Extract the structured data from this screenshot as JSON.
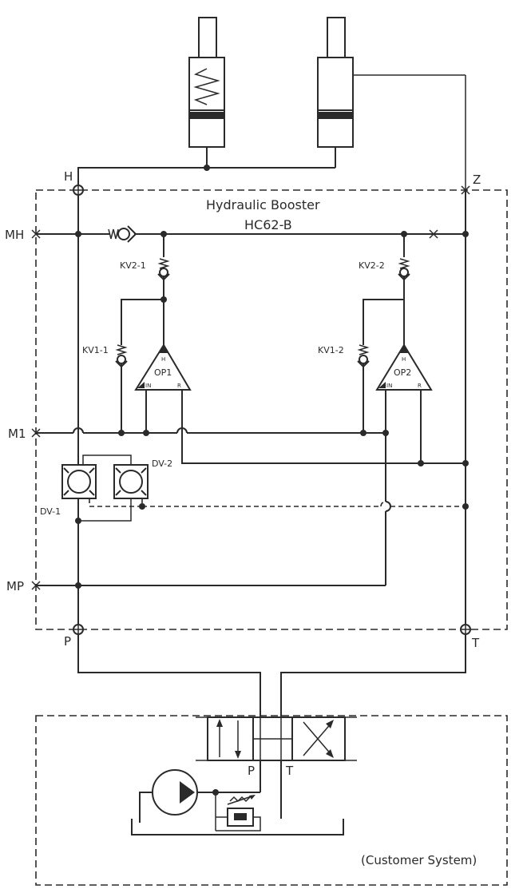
{
  "title": "Hydraulic Booster",
  "model": "HC62-B",
  "customer_system_label": "(Customer System)",
  "ports": {
    "h": "H",
    "z": "Z",
    "mh": "MH",
    "m1": "M1",
    "mp": "MP",
    "p": "P",
    "t": "T"
  },
  "components": {
    "kv2_1": "KV2-1",
    "kv2_2": "KV2-2",
    "kv1_1": "KV1-1",
    "kv1_2": "KV1-2",
    "dv_1": "DV-1",
    "dv_2": "DV-2",
    "op1": {
      "name": "OP1",
      "top": "H",
      "left": "IN",
      "right": "R"
    },
    "op2": {
      "name": "OP2",
      "top": "H",
      "left": "IN",
      "right": "R"
    }
  },
  "valve_ports": {
    "p": "P",
    "t": "T"
  }
}
